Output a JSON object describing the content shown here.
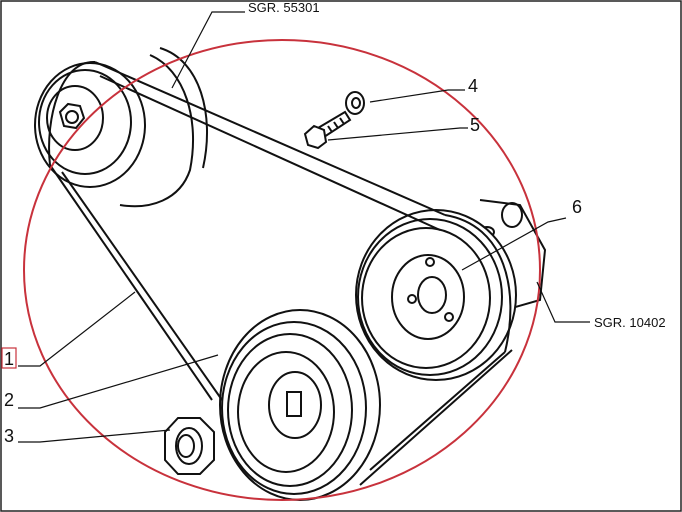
{
  "diagram": {
    "references": {
      "top": "SGR. 55301",
      "right": "SGR. 10402"
    },
    "callouts": [
      {
        "id": "1",
        "boxed": true
      },
      {
        "id": "2",
        "boxed": false
      },
      {
        "id": "3",
        "boxed": false
      },
      {
        "id": "4",
        "boxed": false
      },
      {
        "id": "5",
        "boxed": false
      },
      {
        "id": "6",
        "boxed": false
      }
    ],
    "highlight_color": "#c8323c",
    "line_color": "#111111"
  }
}
